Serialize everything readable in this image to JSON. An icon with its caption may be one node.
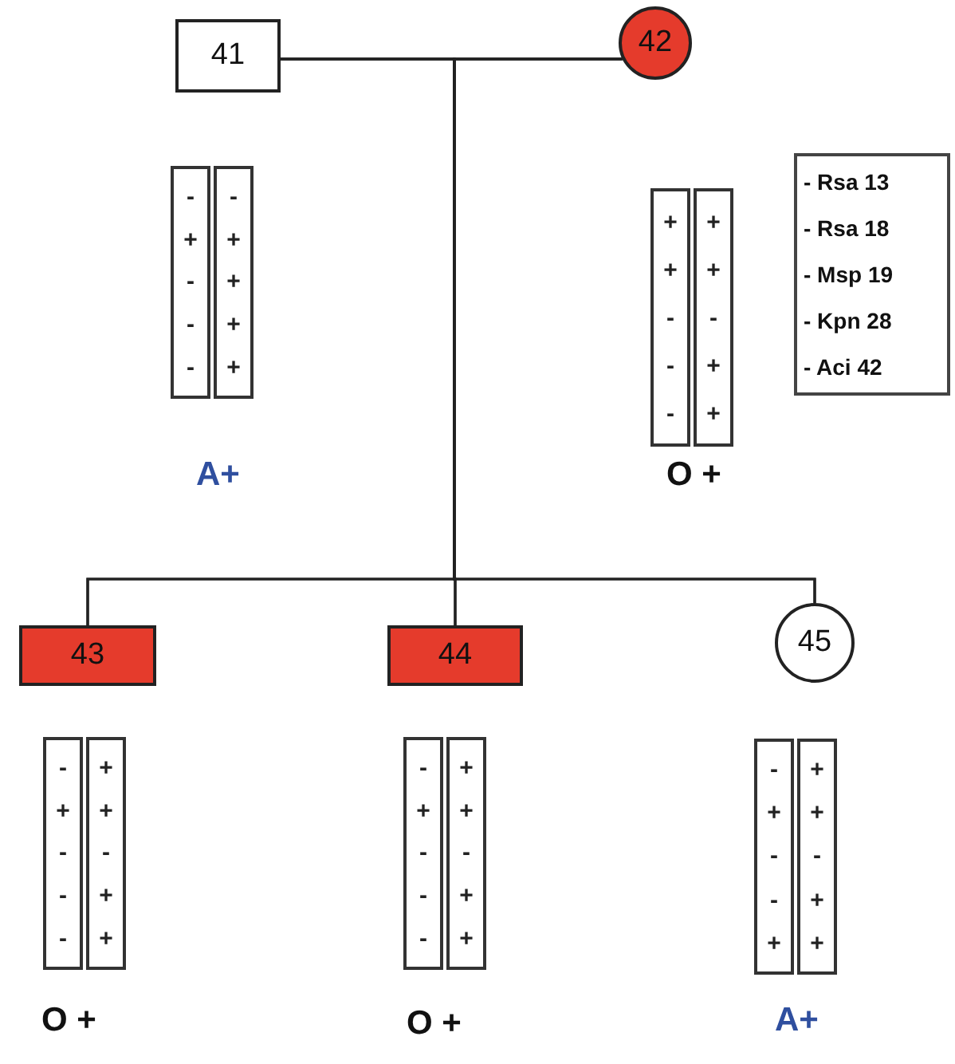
{
  "diagram": {
    "nodes": [
      {
        "text": [
          "41"
        ]
      },
      {
        "text": [
          "42"
        ]
      },
      {
        "text": [
          "43"
        ]
      },
      {
        "text": [
          "44"
        ]
      },
      {
        "text": [
          "45"
        ]
      }
    ],
    "edges": [
      {
        "from": 0,
        "to": 1,
        "arrow": "none"
      },
      {
        "from": 0,
        "to": 2,
        "arrow": "none"
      },
      {
        "from": 0,
        "to": 3,
        "arrow": "none"
      },
      {
        "from": 0,
        "to": 4,
        "arrow": "none"
      },
      {
        "from": 1,
        "to": 2,
        "arrow": "none"
      },
      {
        "from": 1,
        "to": 3,
        "arrow": "none"
      },
      {
        "from": 1,
        "to": 4,
        "arrow": "none"
      }
    ],
    "labels": [
      "-",
      "-",
      "+",
      "+",
      "-",
      "+",
      "-",
      "+",
      "-",
      "+",
      "+",
      "+",
      "+",
      "+",
      "-",
      "-",
      "-",
      "+",
      "-",
      "+",
      "- Rsa 13",
      "- Rsa 18",
      "- Msp 19",
      "- Kpn 28",
      "- Aci 42",
      "-",
      "+",
      "+",
      "+",
      "-",
      "-",
      "-",
      "+",
      "-",
      "+",
      "-",
      "+",
      "+",
      "+",
      "-",
      "-",
      "-",
      "+",
      "-",
      "+",
      "-",
      "+",
      "+",
      "+",
      "-",
      "-",
      "-",
      "+",
      "+",
      "+",
      "A+",
      "O +",
      "O +",
      "O +",
      "A+"
    ]
  }
}
